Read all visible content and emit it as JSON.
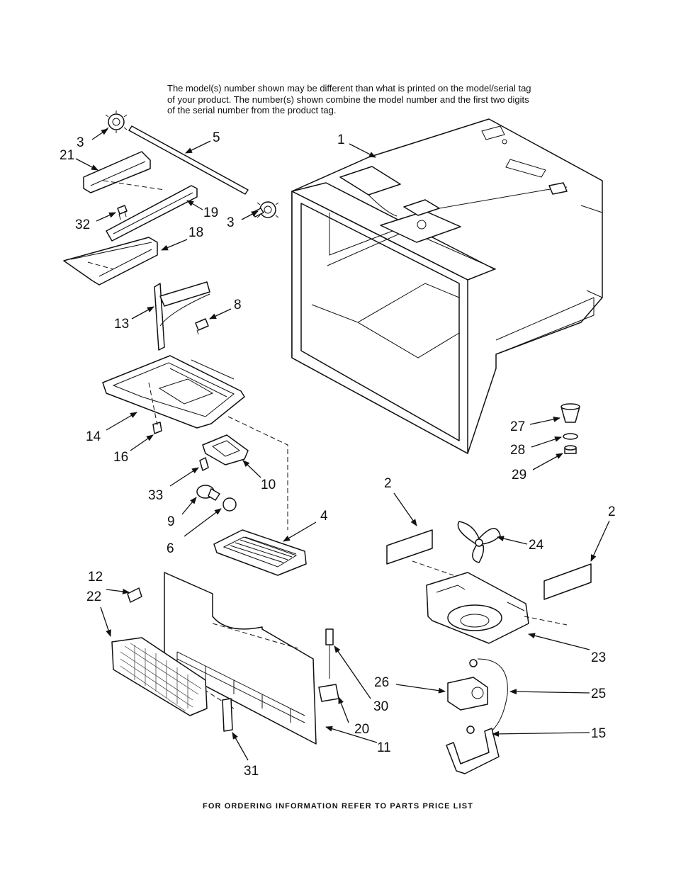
{
  "header_note": "The model(s) number shown may be different than what is printed on the model/serial tag of your product. The number(s) shown combine the model number and the first two digits of the serial number from the product tag.",
  "footer_note": "FOR ORDERING INFORMATION REFER TO PARTS PRICE LIST",
  "callouts": {
    "c1": "1",
    "c2a": "2",
    "c2b": "2",
    "c3a": "3",
    "c3b": "3",
    "c4": "4",
    "c5": "5",
    "c6": "6",
    "c8": "8",
    "c9": "9",
    "c10": "10",
    "c11": "11",
    "c12": "12",
    "c13": "13",
    "c14": "14",
    "c15": "15",
    "c16": "16",
    "c18": "18",
    "c19": "19",
    "c20": "20",
    "c21": "21",
    "c22": "22",
    "c23": "23",
    "c24": "24",
    "c25": "25",
    "c26": "26",
    "c27": "27",
    "c28": "28",
    "c29": "29",
    "c30": "30",
    "c31": "31",
    "c32": "32",
    "c33": "33"
  }
}
